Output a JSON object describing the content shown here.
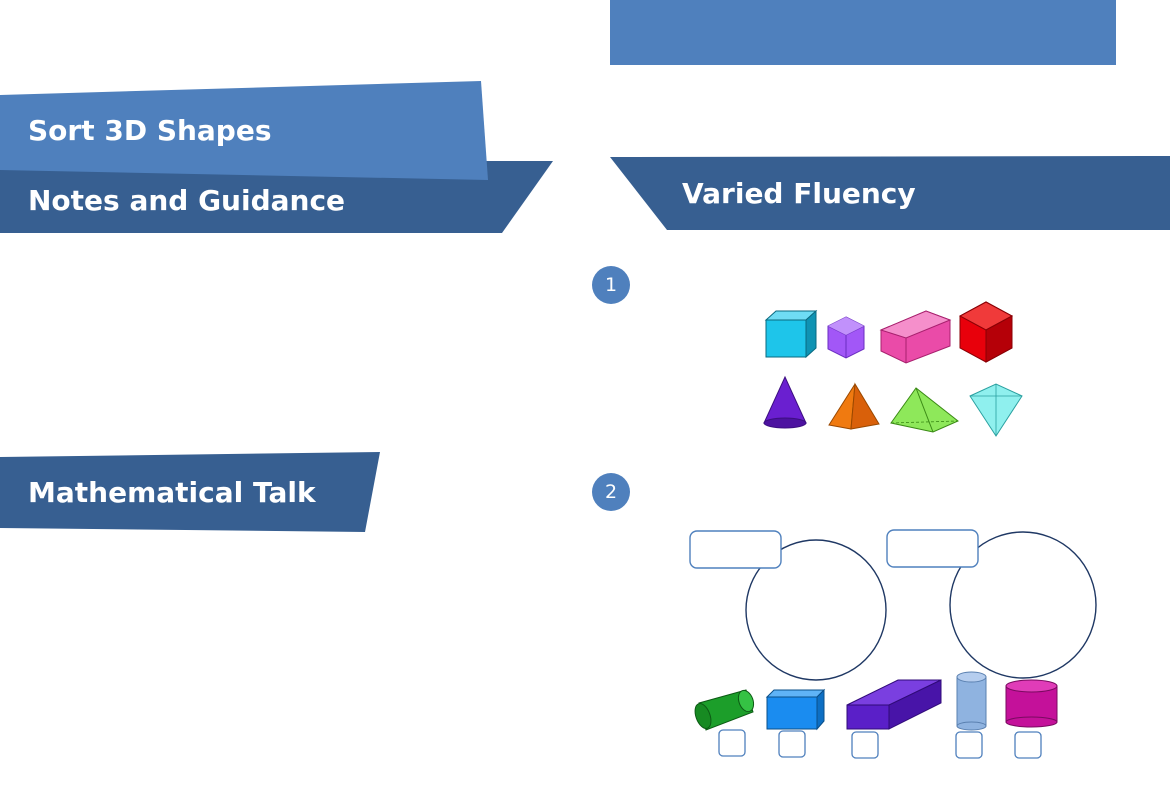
{
  "title": "Sort 3D Shapes",
  "notes_heading": "Notes and Guidance",
  "varied_fluency_heading": "Varied Fluency",
  "math_talk_heading": "Mathematical Talk",
  "questions": [
    {
      "number": "1"
    },
    {
      "number": "2"
    }
  ],
  "colors": {
    "banner_light": "#4f80bd",
    "banner_dark": "#375f91",
    "badge": "#4f80bd",
    "venn_stroke": "#1f3864",
    "label_box_stroke": "#4f80bd"
  }
}
